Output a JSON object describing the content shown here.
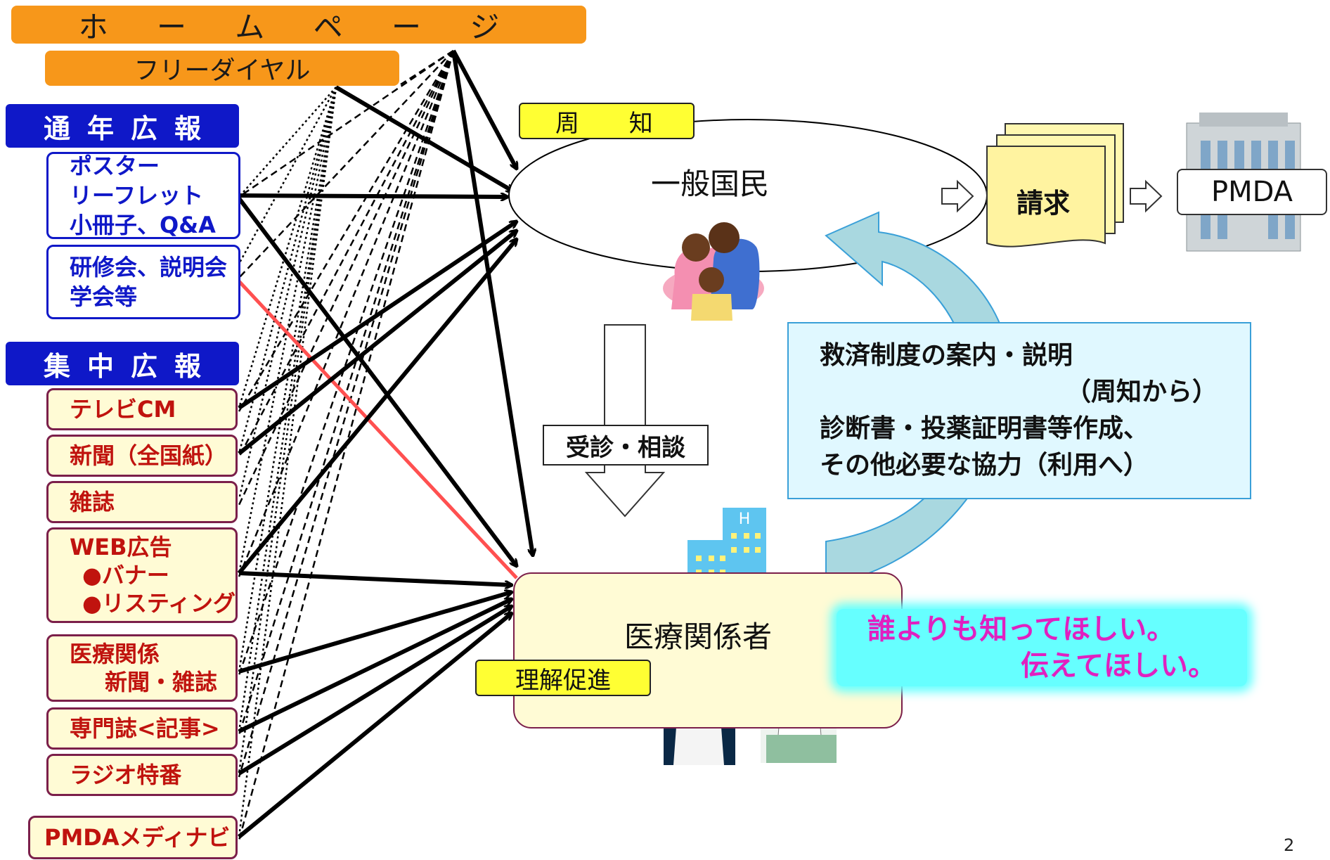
{
  "top": {
    "homepage": "ホ ー ム ペ ー ジ",
    "freedial": "フリーダイヤル"
  },
  "yearlong": {
    "heading": "通年広報",
    "print_lines": [
      "ポスター",
      "リーフレット",
      "小冊子、Q&A"
    ],
    "seminar_lines": [
      "研修会、説明会",
      "学会等"
    ]
  },
  "focused": {
    "heading": "集中広報",
    "items": {
      "tv": "テレビCM",
      "newspaper": "新聞（全国紙）",
      "magazine": "雑誌",
      "web_title": "WEB広告",
      "web_banner": "●バナー",
      "web_listing": "●リスティング",
      "medical_press_1": "医療関係",
      "medical_press_2": "新聞・雑誌",
      "journal": "専門誌<記事>",
      "radio": "ラジオ特番",
      "medinavi": "PMDAメディナビ"
    }
  },
  "targets": {
    "awareness_tag": "周 知",
    "public": "一般国民",
    "consult": "受診・相談",
    "understanding_tag": "理解促進",
    "professionals": "医療関係者"
  },
  "flow": {
    "claim": "請求",
    "pmda": "PMDA"
  },
  "support": {
    "line1": "救済制度の案内・説明",
    "line2": "（周知から）",
    "line3": "診断書・投薬証明書等作成、",
    "line4": "その他必要な協力（利用へ）"
  },
  "message": {
    "line1": "誰よりも知ってほしい。",
    "line2": "伝えてほしい。"
  },
  "page_number": "2",
  "colors": {
    "orange": "#f7971a",
    "navy": "#0f18c8",
    "cream": "#fffbd5",
    "magenta": "#e020c0",
    "cyan_glow": "#66ffff",
    "support_bg": "#e0f8ff",
    "red_line": "#ff5050"
  },
  "icons": [
    "family-clipart",
    "hospital-building-icon",
    "office-building-icon",
    "doctor-clipart",
    "pharmacist-clipart"
  ]
}
